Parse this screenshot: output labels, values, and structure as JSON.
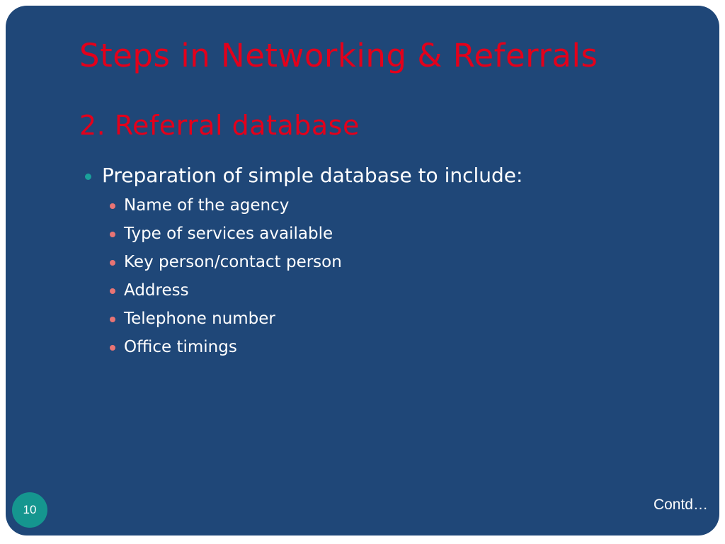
{
  "slide": {
    "title": "Steps in Networking & Referrals",
    "subtitle": "2. Referral database",
    "bullet": {
      "text": "Preparation of simple database to include:",
      "items": [
        "Name of the agency",
        "Type of services available",
        "Key person/contact person",
        "Address",
        "Telephone number",
        "Office timings"
      ]
    },
    "page_number": "10",
    "footer_note": "Contd…"
  },
  "colors": {
    "background": "#1f4778",
    "title": "#e3001b",
    "text": "#ffffff",
    "bullet_level1": "#1aa09a",
    "bullet_level2": "#e87474",
    "page_badge": "#15968f"
  }
}
